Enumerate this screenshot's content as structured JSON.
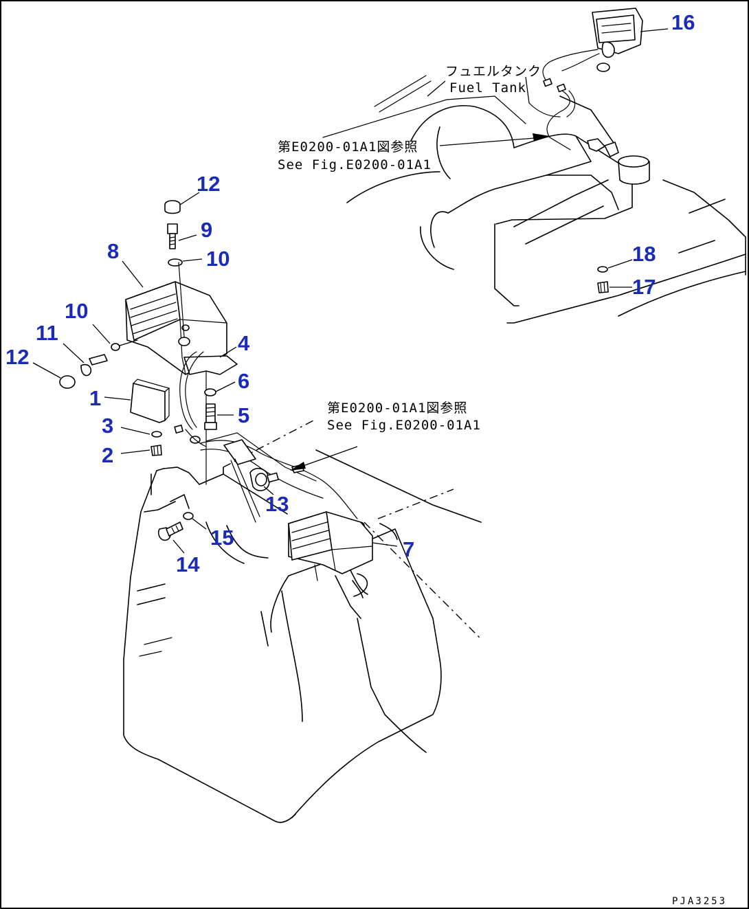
{
  "callouts": [
    {
      "id": "c16",
      "label": "16"
    },
    {
      "id": "c12a",
      "label": "12"
    },
    {
      "id": "c9",
      "label": "9"
    },
    {
      "id": "c10a",
      "label": "10"
    },
    {
      "id": "c8",
      "label": "8"
    },
    {
      "id": "c10b",
      "label": "10"
    },
    {
      "id": "c11",
      "label": "11"
    },
    {
      "id": "c12b",
      "label": "12"
    },
    {
      "id": "c4",
      "label": "4"
    },
    {
      "id": "c6",
      "label": "6"
    },
    {
      "id": "c1",
      "label": "1"
    },
    {
      "id": "c5",
      "label": "5"
    },
    {
      "id": "c3",
      "label": "3"
    },
    {
      "id": "c2",
      "label": "2"
    },
    {
      "id": "c13",
      "label": "13"
    },
    {
      "id": "c15",
      "label": "15"
    },
    {
      "id": "c14",
      "label": "14"
    },
    {
      "id": "c7",
      "label": "7"
    },
    {
      "id": "c18",
      "label": "18"
    },
    {
      "id": "c17",
      "label": "17"
    }
  ],
  "notes": {
    "fuel_tank_jp": "フュエルタンク",
    "fuel_tank_en": "Fuel Tank",
    "ref_top_jp": "第E0200-01A1図参照",
    "ref_top_en": "See Fig.E0200-01A1",
    "ref_mid_jp": "第E0200-01A1図参照",
    "ref_mid_en": "See Fig.E0200-01A1"
  },
  "drawing_code": "PJA3253",
  "colors": {
    "callout": "#1a2bb8",
    "line": "#000000",
    "background": "#ffffff"
  }
}
